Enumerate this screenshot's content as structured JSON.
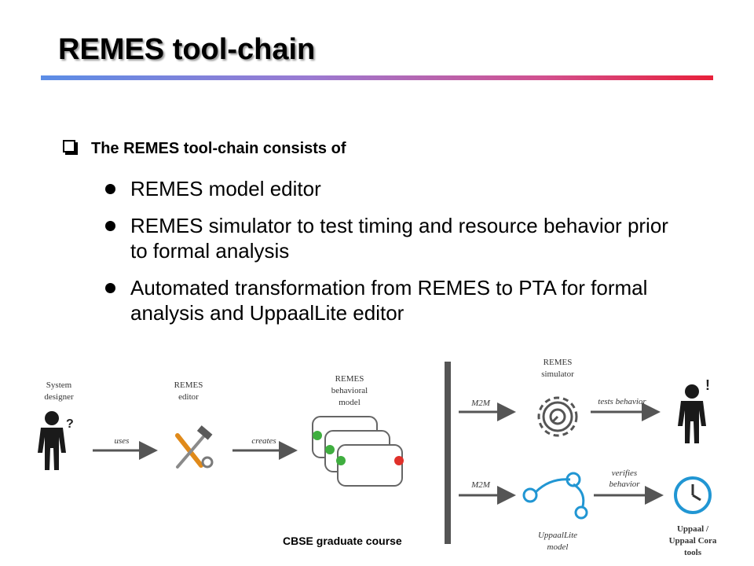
{
  "slide": {
    "title": "REMES tool-chain",
    "lead": "The REMES tool-chain consists of",
    "items": [
      "REMES model editor",
      "REMES simulator to test timing and resource behavior prior to formal analysis",
      "Automated transformation from REMES to PTA for formal analysis and UppaalLite editor"
    ],
    "footer": "CBSE graduate course"
  },
  "diagram": {
    "system_designer": [
      "System",
      "designer"
    ],
    "question_mark": "?",
    "uses": "uses",
    "editor": [
      "REMES",
      "editor"
    ],
    "creates": "creates",
    "model": [
      "REMES",
      "behavioral",
      "model"
    ],
    "m2m_top": "M2M",
    "m2m_bottom": "M2M",
    "simulator": [
      "REMES",
      "simulator"
    ],
    "tests_behavior": "tests behavior",
    "exclaim": "!",
    "verifies_behavior": [
      "verifies",
      "behavior"
    ],
    "uppaallite": [
      "UppaalLite",
      "model"
    ],
    "uppaal": [
      "Uppaal /",
      "Uppaal Cora",
      "tools"
    ]
  },
  "colors": {
    "accent_blue": "#2196d3",
    "dot_green": "#3fae3f",
    "dot_red": "#e0302a",
    "rule_start": "#5b8de6",
    "rule_end": "#e8203a"
  }
}
